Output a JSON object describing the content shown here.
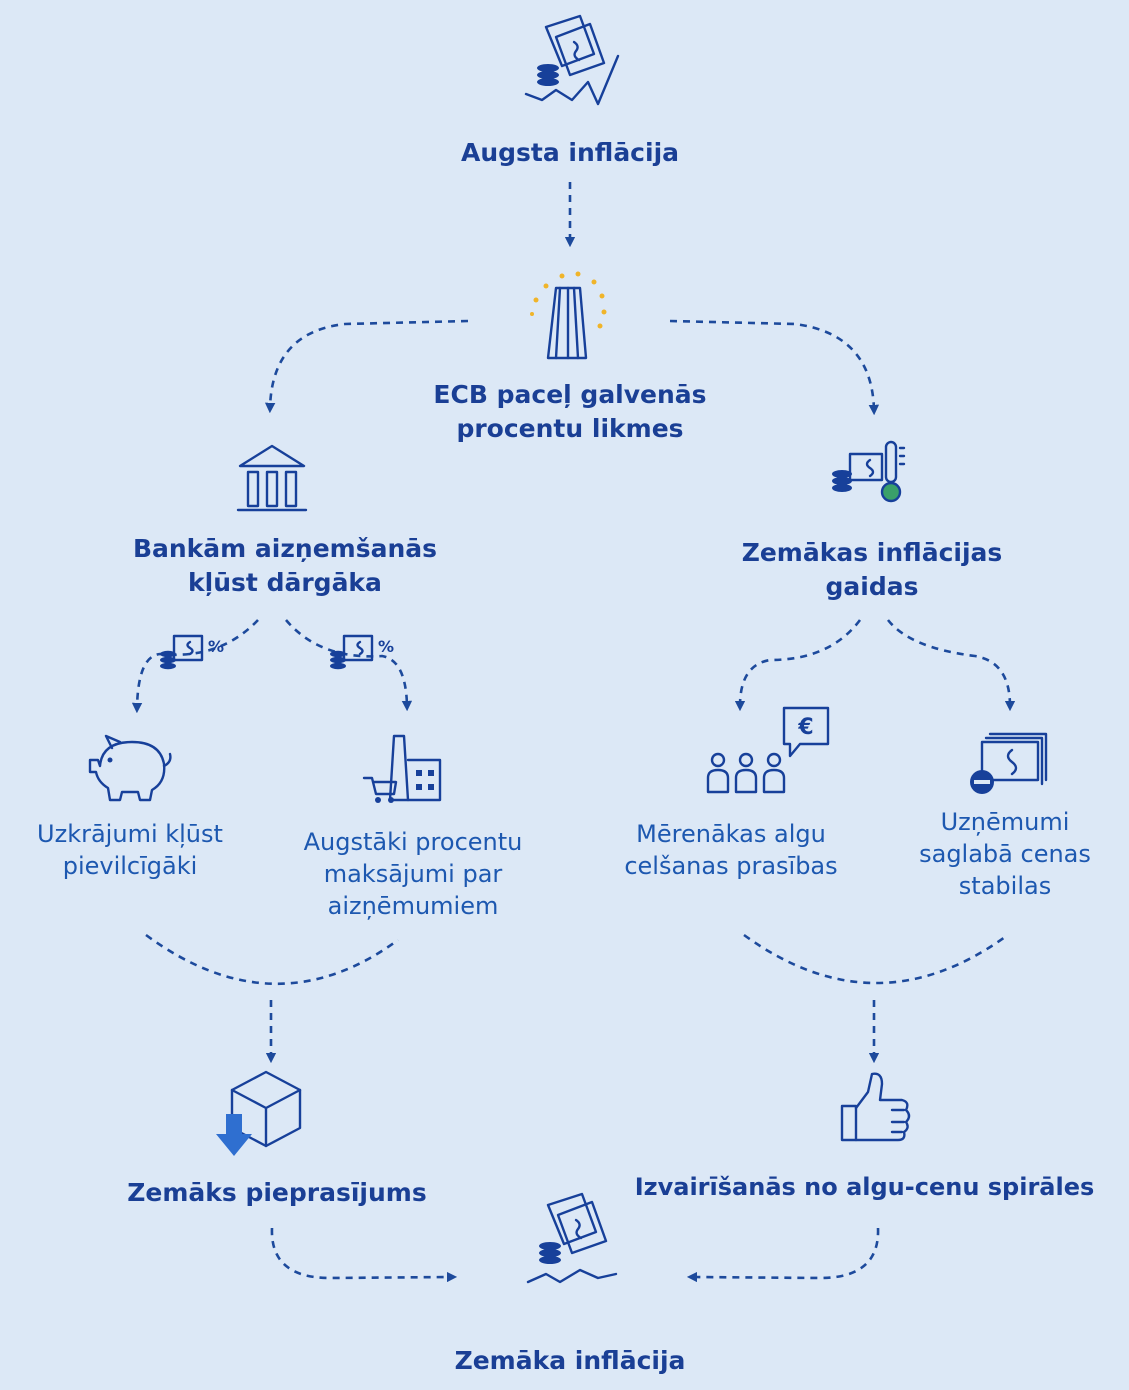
{
  "nodes": {
    "top": {
      "label": "Augsta inflācija",
      "icon": "money-coins-chart-up-icon"
    },
    "ecb": {
      "label_line1": "ECB paceļ galvenās",
      "label_line2": "procentu likmes",
      "icon": "ecb-tower-stars-icon"
    },
    "banks": {
      "label_line1": "Bankām aizņemšanās",
      "label_line2": "kļūst dārgāka",
      "icon": "bank-building-icon"
    },
    "expectations": {
      "label_line1": "Zemākas inflācijas",
      "label_line2": "gaidas",
      "icon": "money-thermometer-icon"
    },
    "savings": {
      "label_line1": "Uzkrājumi kļūst",
      "label_line2": "pievilcīgāki",
      "icon": "piggy-bank-icon"
    },
    "loans": {
      "label_line1": "Augstāki procentu",
      "label_line2": "maksājumi par",
      "label_line3": "aizņēmumiem",
      "icon": "factory-cart-icon"
    },
    "wages": {
      "label_line1": "Mērenākas algu",
      "label_line2": "celšanas prasības",
      "icon": "people-euro-bubble-icon"
    },
    "firms": {
      "label_line1": "Uzņēmumi",
      "label_line2": "saglabā cenas",
      "label_line3": "stabilas",
      "icon": "money-stack-icon"
    },
    "demand": {
      "label": "Zemāks pieprasījums",
      "icon": "box-down-arrow-icon"
    },
    "spiral": {
      "label": "Izvairīšanās no algu-cenu spirāles",
      "icon": "thumbs-up-icon"
    },
    "bottom": {
      "label": "Zemāka inflācija",
      "icon": "money-coins-chart-down-icon"
    }
  },
  "percent_badge": "%",
  "euro_sign": "€",
  "colors": {
    "background": "#dce8f6",
    "title_text": "#1a3f95",
    "body_text": "#1d58b0",
    "arrow": "#1d4a9c",
    "icon": "#17409a",
    "thermometer_bulb": "#3aa06a",
    "star": "#f0b429",
    "demand_arrow": "#2f6fd0"
  }
}
